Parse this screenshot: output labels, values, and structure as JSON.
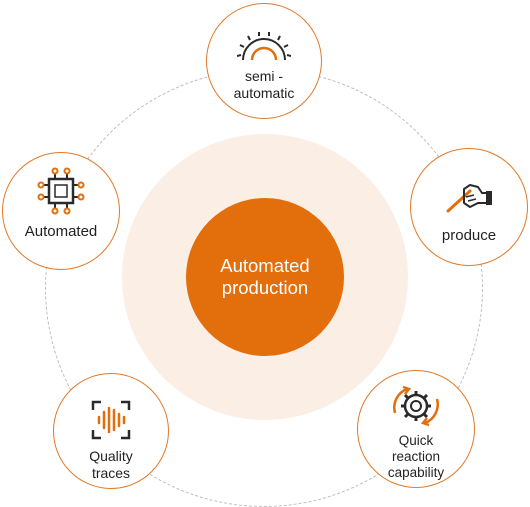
{
  "center": {
    "label": "Automated production"
  },
  "nodes": {
    "semi": {
      "label": "semi - automatic",
      "icon": "semi-gear-icon"
    },
    "produce": {
      "label": "produce",
      "icon": "hand-pen-icon"
    },
    "quick": {
      "label": "Quick reaction capability",
      "icon": "cycle-gear-icon"
    },
    "quality": {
      "label": "Quality traces",
      "icon": "waveform-scan-icon"
    },
    "auto": {
      "label": "Automated",
      "icon": "chip-icon"
    }
  },
  "colors": {
    "accent": "#e26e0c",
    "halo": "#fbeee5",
    "node_border": "#e07a2a",
    "icon_dark": "#2a2a2a"
  }
}
